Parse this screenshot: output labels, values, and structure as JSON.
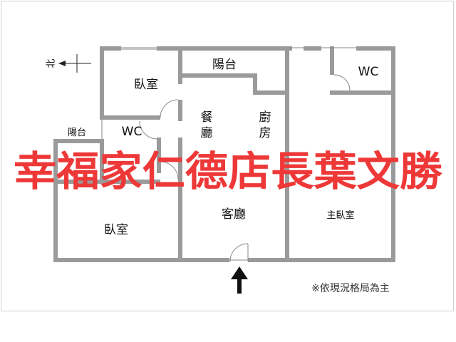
{
  "compass": {
    "label": "北"
  },
  "rooms": {
    "bedroom_top": "臥室",
    "balcony_top": "陽台",
    "wc_right": "WC",
    "dining_1": "餐",
    "dining_2": "廳",
    "kitchen_1": "廚",
    "kitchen_2": "房",
    "wc_left": "WC",
    "balcony_left": "陽台",
    "bedroom_bottom": "臥室",
    "living": "客廳",
    "master_bedroom": "主臥室"
  },
  "note": "※依現況格局為主",
  "watermark": "幸福家仁德店長葉文勝",
  "colors": {
    "wall": "#9a9a9a",
    "watermark": "#ee3838"
  }
}
